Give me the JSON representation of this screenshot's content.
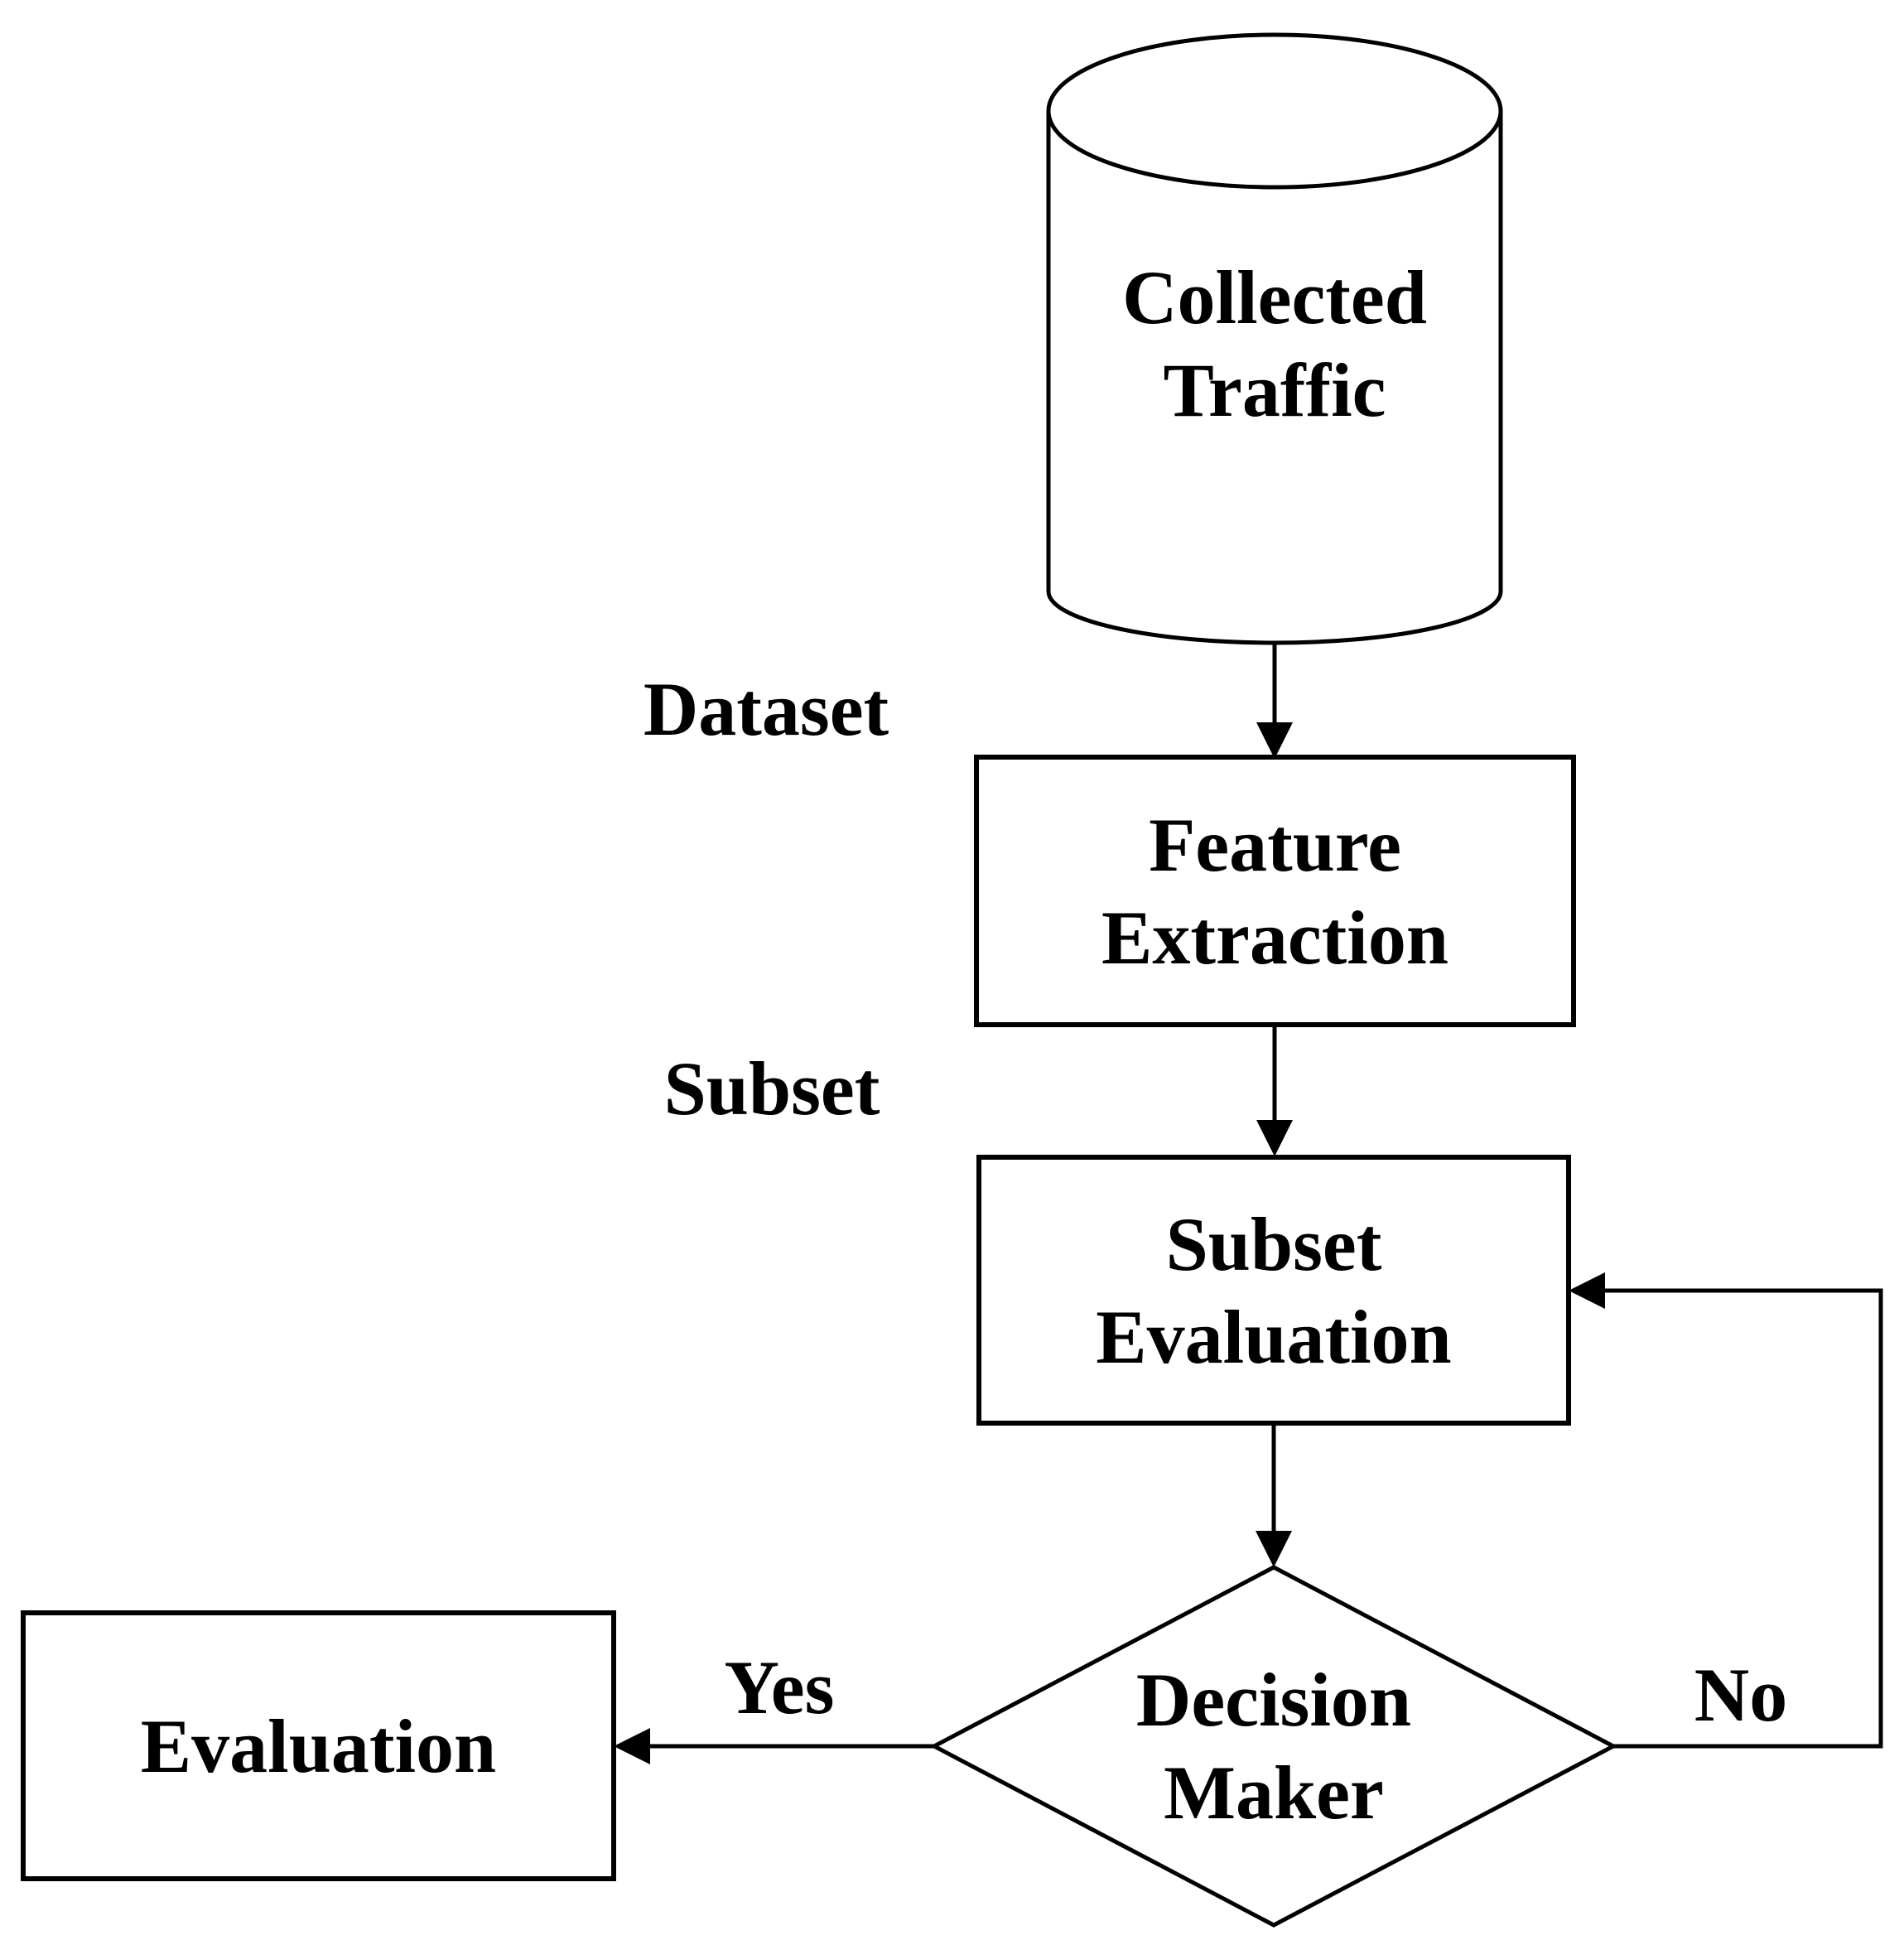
{
  "diagram": {
    "type": "flowchart",
    "background_color": "#ffffff",
    "stroke_color": "#000000",
    "text_color": "#000000",
    "nodes": [
      {
        "id": "collected-traffic",
        "shape": "cylinder",
        "label": "Collected Traffic"
      },
      {
        "id": "feature-extraction",
        "shape": "rectangle",
        "label": "Feature Extraction"
      },
      {
        "id": "subset-evaluation",
        "shape": "rectangle",
        "label": "Subset Evaluation"
      },
      {
        "id": "decision-maker",
        "shape": "diamond",
        "label": "Decision Maker"
      },
      {
        "id": "evaluation",
        "shape": "rectangle",
        "label": "Evaluation"
      }
    ],
    "edges": [
      {
        "from": "collected-traffic",
        "to": "feature-extraction",
        "label": "Dataset"
      },
      {
        "from": "feature-extraction",
        "to": "subset-evaluation",
        "label": "Subset"
      },
      {
        "from": "subset-evaluation",
        "to": "decision-maker",
        "label": ""
      },
      {
        "from": "decision-maker",
        "to": "evaluation",
        "label": "Yes"
      },
      {
        "from": "decision-maker",
        "to": "subset-evaluation",
        "label": "No"
      }
    ]
  }
}
